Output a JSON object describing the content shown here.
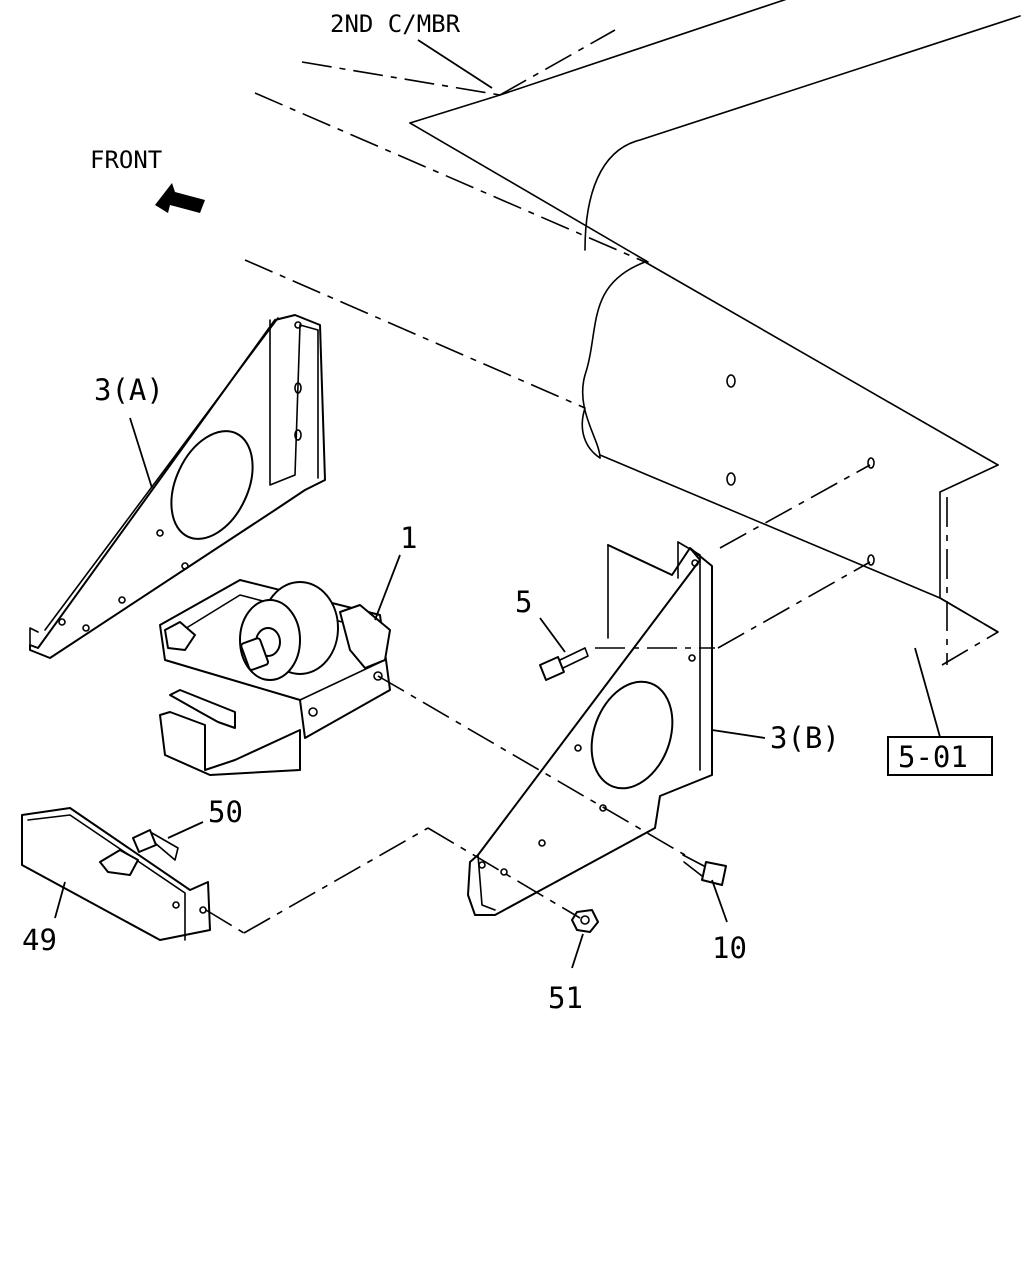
{
  "labels": {
    "crossmember": "2ND C/MBR",
    "front": "FRONT",
    "bracket_a": "3(A)",
    "bracket_b": "3(B)",
    "part_1": "1",
    "part_5": "5",
    "part_10": "10",
    "part_49": "49",
    "part_50": "50",
    "part_51": "51",
    "ref_box": "5-01"
  }
}
